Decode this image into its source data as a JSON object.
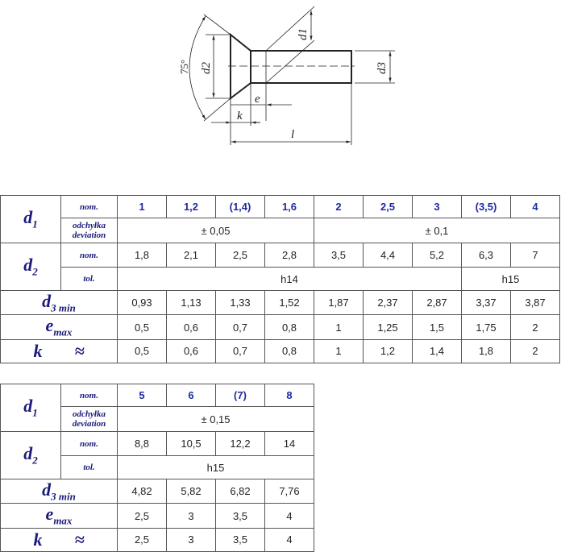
{
  "drawing": {
    "labels": {
      "angle": "75°",
      "d1": "d1",
      "d2": "d2",
      "d3": "d3",
      "e": "e",
      "k": "k",
      "l": "l"
    }
  },
  "row_labels": {
    "d1": "d",
    "d1_sub": "1",
    "d2": "d",
    "d2_sub": "2",
    "d3": "d",
    "d3_sub": "3 min",
    "e": "e",
    "e_sub": "max",
    "k": "k",
    "k_approx": "≈",
    "nom": "nom.",
    "deviation": [
      "odchyłka",
      "deviation"
    ],
    "tol": "tol."
  },
  "tables": [
    {
      "d1_nom": [
        "1",
        "1,2",
        "(1,4)",
        "1,6",
        "2",
        "2,5",
        "3",
        "(3,5)",
        "4"
      ],
      "d1_dev": [
        {
          "text": "± 0,05",
          "span": 4
        },
        {
          "text": "± 0,1",
          "span": 5
        }
      ],
      "d2_nom": [
        "1,8",
        "2,1",
        "2,5",
        "2,8",
        "3,5",
        "4,4",
        "5,2",
        "6,3",
        "7"
      ],
      "d2_tol": [
        {
          "text": "h14",
          "span": 7
        },
        {
          "text": "h15",
          "span": 2
        }
      ],
      "d3_min": [
        "0,93",
        "1,13",
        "1,33",
        "1,52",
        "1,87",
        "2,37",
        "2,87",
        "3,37",
        "3,87"
      ],
      "e_max": [
        "0,5",
        "0,6",
        "0,7",
        "0,8",
        "1",
        "1,25",
        "1,5",
        "1,75",
        "2"
      ],
      "k": [
        "0,5",
        "0,6",
        "0,7",
        "0,8",
        "1",
        "1,2",
        "1,4",
        "1,8",
        "2"
      ]
    },
    {
      "d1_nom": [
        "5",
        "6",
        "(7)",
        "8"
      ],
      "d1_dev": [
        {
          "text": "± 0,15",
          "span": 4
        }
      ],
      "d2_nom": [
        "8,8",
        "10,5",
        "12,2",
        "14"
      ],
      "d2_tol": [
        {
          "text": "h15",
          "span": 4
        }
      ],
      "d3_min": [
        "4,82",
        "5,82",
        "6,82",
        "7,76"
      ],
      "e_max": [
        "2,5",
        "3",
        "3,5",
        "4"
      ],
      "k": [
        "2,5",
        "3",
        "3,5",
        "4"
      ]
    }
  ]
}
